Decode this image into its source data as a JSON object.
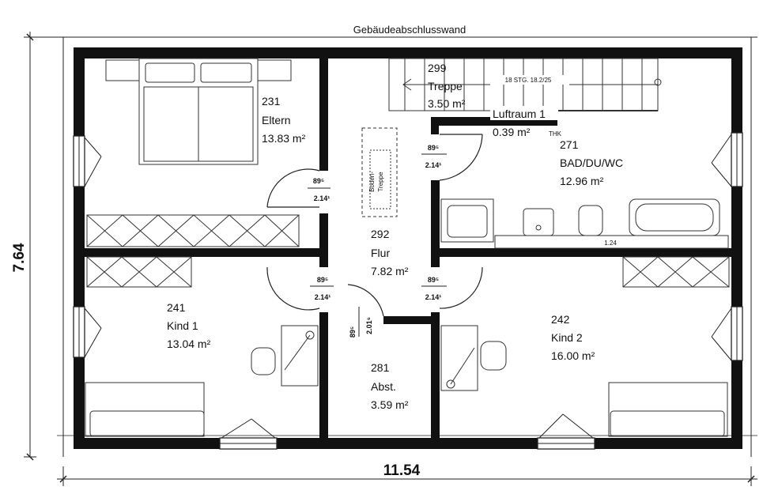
{
  "header": {
    "title": "Gebäudeabschlusswand"
  },
  "dimensions": {
    "width": "11.54",
    "height": "7.64"
  },
  "rooms": {
    "eltern": {
      "number": "231",
      "name": "Eltern",
      "area": "13.83 m²"
    },
    "treppe": {
      "number": "299",
      "name": "Treppe",
      "area": "3.50 m²",
      "stairs_note": "18 STG. 18.2/25"
    },
    "luftraum": {
      "name": "Luftraum 1",
      "area": "0.39 m²"
    },
    "bad": {
      "number": "271",
      "name": "BAD/DU/WC",
      "area": "12.96 m²"
    },
    "flur": {
      "number": "292",
      "name": "Flur",
      "area": "7.82 m²"
    },
    "kind1": {
      "number": "241",
      "name": "Kind 1",
      "area": "13.04 m²"
    },
    "kind2": {
      "number": "242",
      "name": "Kind 2",
      "area": "16.00 m²"
    },
    "abst": {
      "number": "281",
      "name": "Abst.",
      "area": "3.59 m²"
    }
  },
  "doors": {
    "eltern": {
      "w": "89⁵",
      "h": "2.14¹"
    },
    "bad": {
      "w": "89⁵",
      "h": "2.14¹"
    },
    "kind1": {
      "w": "89⁵",
      "h": "2.14¹"
    },
    "kind2": {
      "w": "89⁵",
      "h": "2.14¹"
    },
    "abst": {
      "w": "89⁵",
      "h": "2.01⁶"
    }
  },
  "labels": {
    "boden_treppe_1": "Boden-",
    "boden_treppe_2": "Treppe",
    "bath_counter": "1.24",
    "thk": "THK"
  }
}
